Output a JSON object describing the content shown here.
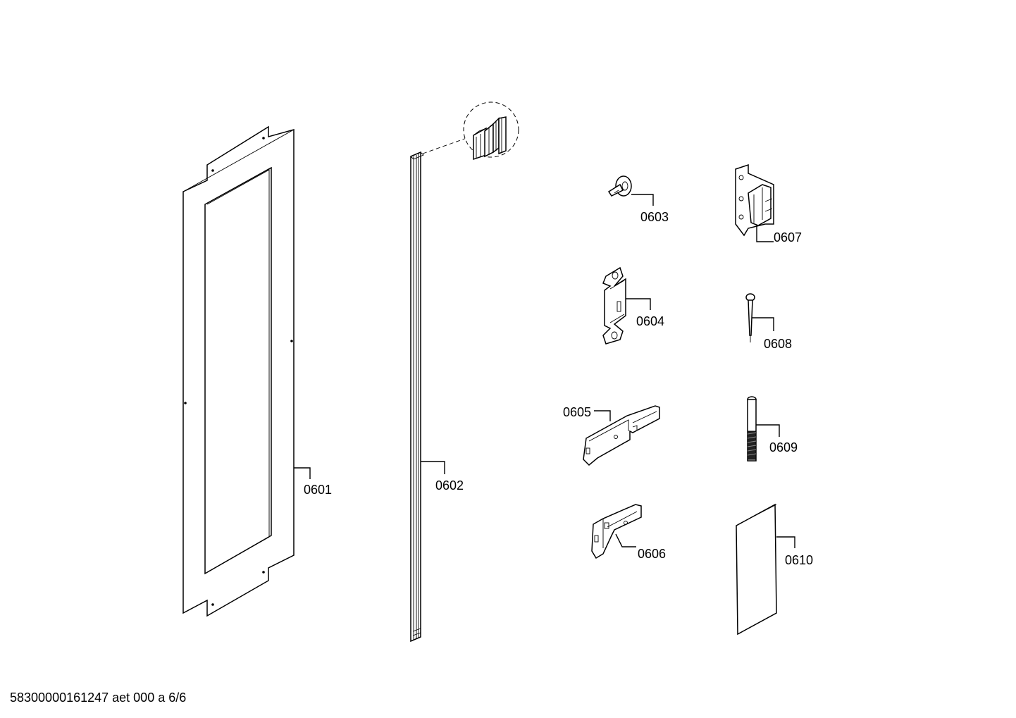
{
  "labels": {
    "p0601": "0601",
    "p0602": "0602",
    "p0603": "0603",
    "p0604": "0604",
    "p0605": "0605",
    "p0606": "0606",
    "p0607": "0607",
    "p0608": "0608",
    "p0609": "0609",
    "p0610": "0610"
  },
  "footer": "58300000161247 aet 000 a 6/6"
}
